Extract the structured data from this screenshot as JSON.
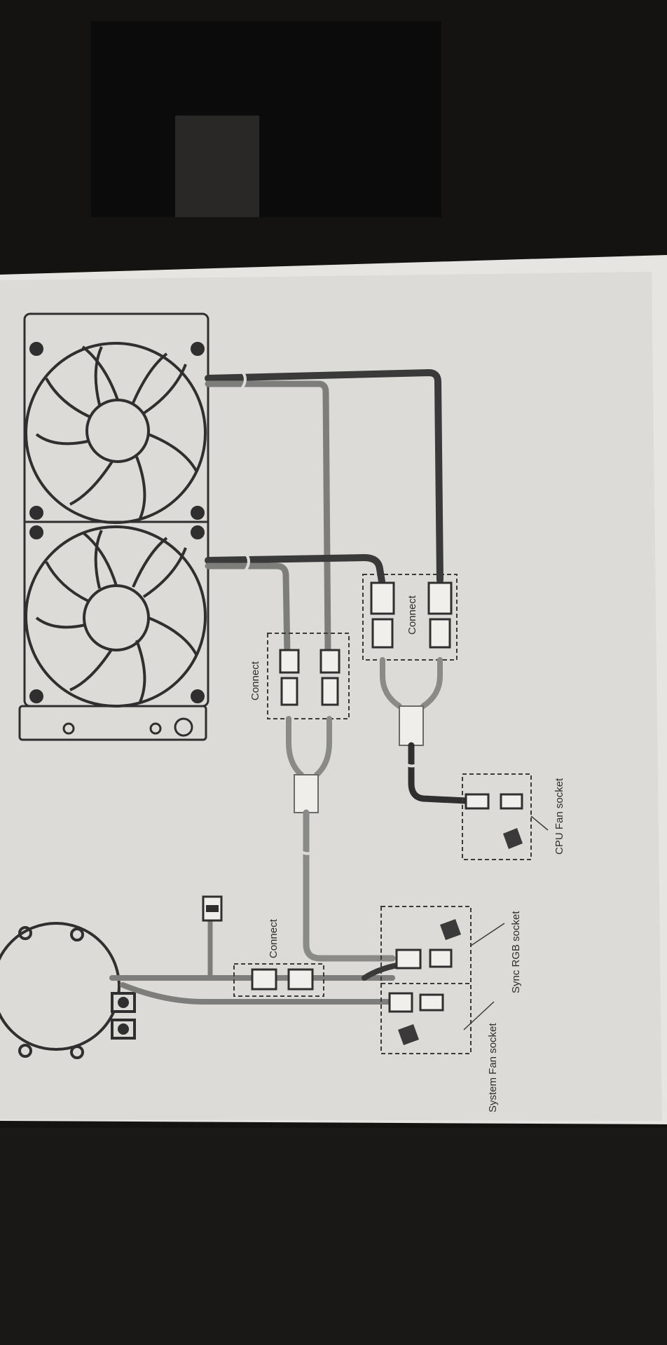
{
  "labels": {
    "connect_fan_a": "Connect",
    "connect_fan_b": "Connect",
    "connect_pump": "Connect",
    "cpu_fan_socket": "CPU Fan socket",
    "sync_rgb_socket": "Sync RGB socket",
    "system_fan_socket": "System Fan socket"
  },
  "colors": {
    "paper": "#d9d8d4",
    "ink": "#2f2f2f",
    "cable_dark": "#3a3a3a",
    "cable_light": "#8a8a88",
    "background": "#141312"
  }
}
